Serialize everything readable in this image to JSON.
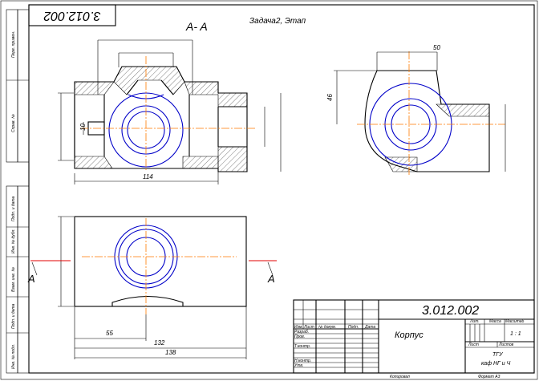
{
  "stamp_code_rotated": "3.012.002",
  "task_title": "Задача2, Этап",
  "section_label": "A- A",
  "section_marker": "A",
  "side_margin_labels": [
    "Перв. примен.",
    "Справ. №",
    "Подп. и дата",
    "Инв. № дубл.",
    "Взам. инв. №",
    "Подп. и дата",
    "Инв. № подл."
  ],
  "dims": {
    "overall_width_top": "114",
    "view_right_top": "50",
    "view_right_height": "46",
    "d_small": "10",
    "plan_55": "55",
    "plan_132": "132",
    "plan_138": "138"
  },
  "title_block": {
    "code": "3.012.002",
    "part_name": "Корпус",
    "col_headers": [
      "Изм.",
      "Лист",
      "№ докум.",
      "Подп.",
      "Дата"
    ],
    "row_labels": [
      "Разраб.",
      "Пров.",
      "Т.контр.",
      "",
      "Н.контр.",
      "Утв."
    ],
    "lit": "Лит.",
    "mass": "Масса",
    "scale_label": "Масштаб",
    "scale_value": "1 : 1",
    "sheet": "Лист",
    "sheets": "Листов",
    "org_line1": "ТГУ",
    "org_line2": "каф НГ и Ч",
    "copied": "Копировал",
    "format": "Формат   А3"
  }
}
